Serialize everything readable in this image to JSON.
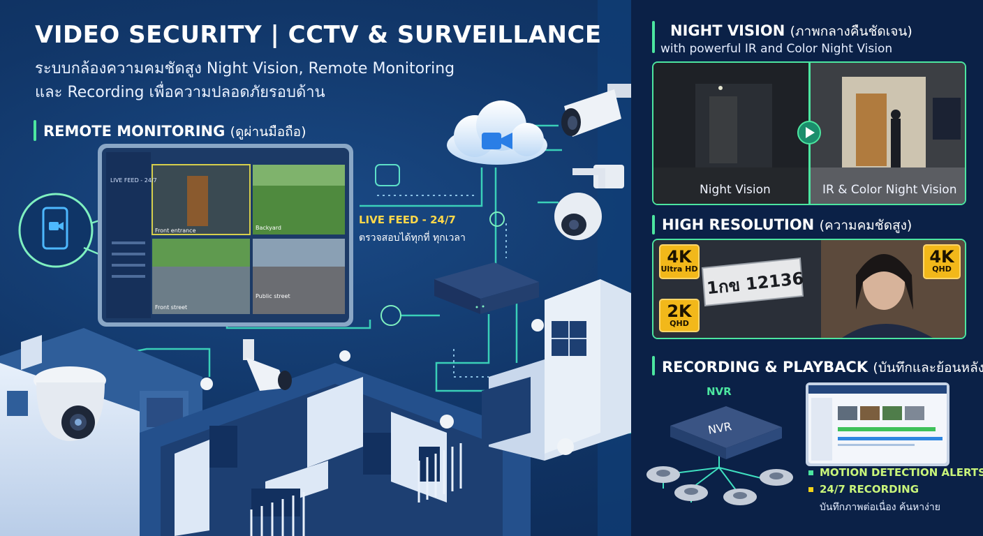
{
  "header": {
    "title": "VIDEO SECURITY | CCTV & SURVEILLANCE",
    "subtitle_line1": "ระบบกล้องความคมชัดสูง Night Vision, Remote Monitoring",
    "subtitle_line2": "และ Recording เพื่อความปลอดภัยรอบด้าน"
  },
  "remote": {
    "title": "REMOTE MONITORING",
    "title_thai": "(ดูผ่านมือถือ)",
    "monitor_label": "LIVE FEED - 24/7",
    "cam_labels": [
      "Front entrance",
      "Backyard",
      "Front street",
      "Public street"
    ],
    "feed_title": "LIVE FEED - 24/7",
    "feed_sub": "ตรวจสอบได้ทุกที่ ทุกเวลา"
  },
  "night": {
    "title": "NIGHT VISION",
    "title_thai": "(ภาพกลางคืนชัดเจน)",
    "subtitle": "with powerful IR and Color Night Vision",
    "left_caption": "Night Vision",
    "right_caption": "IR & Color Night Vision"
  },
  "hires": {
    "title": "HIGH RESOLUTION",
    "title_thai": "(ความคมชัดสูง)",
    "plate": "1กข 12136",
    "badges": [
      {
        "big": "4K",
        "small": "Ultra HD"
      },
      {
        "big": "2K",
        "small": "QHD"
      },
      {
        "big": "4K",
        "small": "QHD"
      }
    ]
  },
  "recording": {
    "title": "RECORDING & PLAYBACK",
    "title_thai": "(บันทึกและย้อนหลัง)",
    "nvr_label": "NVR",
    "nvr_box_text": "NVR",
    "features": [
      {
        "text": "MOTION DETECTION ALERTS",
        "color": "#4ce6a0"
      },
      {
        "text": "24/7 RECORDING",
        "color": "#f2d21a"
      }
    ],
    "feature_sub": "บันทึกภาพต่อเนื่อง ค้นหาง่าย"
  },
  "colors": {
    "accent": "#4ce6a0",
    "badge": "#f2b81a",
    "background": "#113668"
  },
  "icons": [
    "cloud-camera-icon",
    "phone-camera-icon",
    "globe-icon",
    "qr-icon",
    "play-icon",
    "hard-drive-icon"
  ]
}
